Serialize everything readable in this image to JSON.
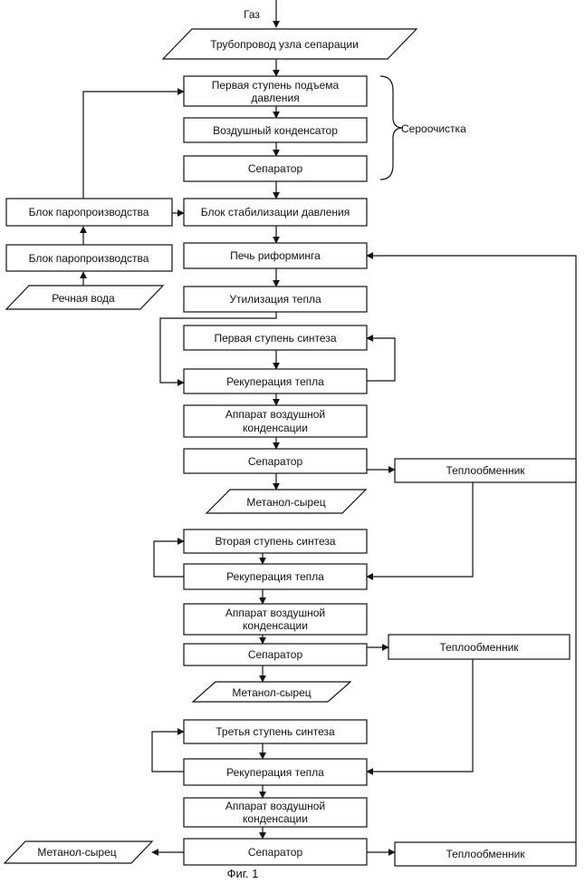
{
  "input_gas": "Газ",
  "pipeline": "Трубопровод узла сепарации",
  "stage1_compression_line1": "Первая ступень подъема",
  "stage1_compression_line2": "давления",
  "air_condenser": "Воздушный конденсатор",
  "separator_top": "Сепаратор",
  "desulfurization": "Сероочистка",
  "steam_block_upper": "Блок паропроизводства",
  "steam_block_lower": "Блок паропроизводства",
  "river_water": "Речная вода",
  "pressure_stabilization": "Блок стабилизации давления",
  "reforming_furnace": "Печь риформинга",
  "heat_utilization": "Утилизация тепла",
  "synthesis_stage1": "Первая ступень  синтеза",
  "heat_recovery_1": "Рекуперация тепла",
  "air_condensation_1_line1": "Аппарат воздушной",
  "air_condensation_1_line2": "конденсации",
  "separator_1": "Сепаратор",
  "heat_exchanger_1": "Теплообменник",
  "methanol_raw_1": "Метанол-сырец",
  "synthesis_stage2": "Вторая ступень синтеза",
  "heat_recovery_2": "Рекуперация тепла",
  "air_condensation_2_line1": "Аппарат воздушной",
  "air_condensation_2_line2": "конденсации",
  "separator_2": "Сепаратор",
  "heat_exchanger_2": "Теплообменник",
  "methanol_raw_2": "Метанол-сырец",
  "synthesis_stage3": "Третья ступень синтеза",
  "heat_recovery_3": "Рекуперация тепла",
  "air_condensation_3_line1": "Аппарат воздушной",
  "air_condensation_3_line2": "конденсации",
  "separator_3": "Сепаратор",
  "heat_exchanger_3": "Теплообменник",
  "methanol_raw_3": "Метанол-сырец",
  "figure_caption": "Фиг. 1"
}
